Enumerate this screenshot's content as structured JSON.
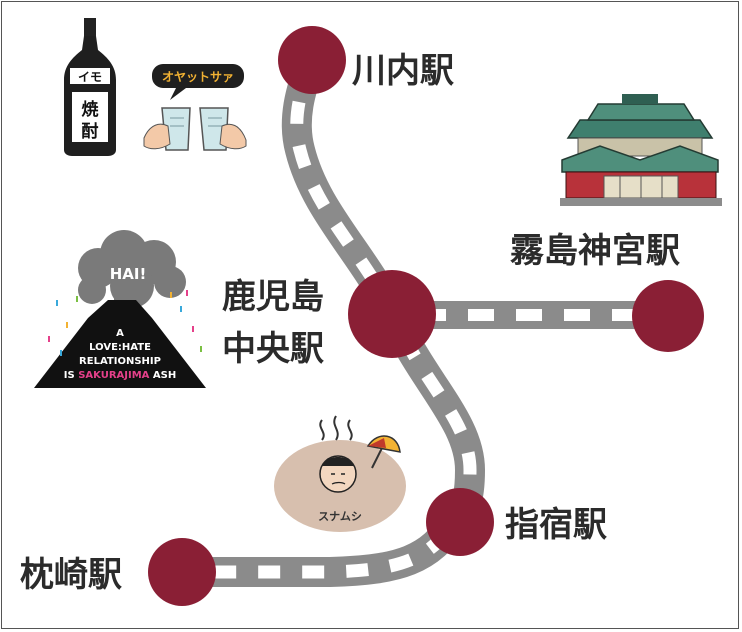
{
  "map": {
    "line_color": "#8b8b8b",
    "dash_color": "#ffffff",
    "station_color": "#8a1f35",
    "stations": [
      {
        "id": "sendai",
        "name": "川内駅"
      },
      {
        "id": "kagoshima_chuo",
        "name_line1": "鹿児島",
        "name_line2": "中央駅"
      },
      {
        "id": "kirishima_jingu",
        "name": "霧島神宮駅"
      },
      {
        "id": "ibusuki",
        "name": "指宿駅"
      },
      {
        "id": "makurazaki",
        "name": "枕崎駅"
      }
    ]
  },
  "illustrations": {
    "shochu": {
      "bottle_label_top": "イモ",
      "bottle_label_1": "焼",
      "bottle_label_2": "酎",
      "speech_bubble": "オヤットサァ"
    },
    "sakurajima": {
      "speech": "HAI!",
      "caption_line1": "A",
      "caption_line2": "LOVE:HATE",
      "caption_line3": "RELATIONSHIP",
      "caption_line4_pre": "IS ",
      "caption_line4_highlight": "SAKURAJIMA",
      "caption_line4_post": " ASH"
    },
    "sand_bath": {
      "label": "スナムシ"
    }
  }
}
